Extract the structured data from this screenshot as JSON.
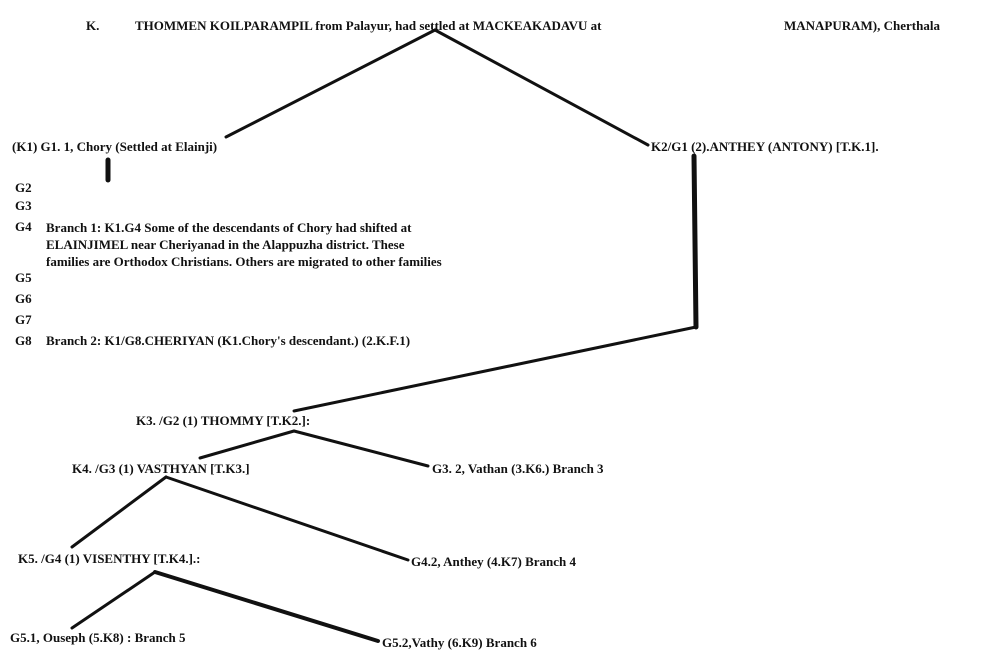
{
  "header": {
    "label": "K.",
    "title": "THOMMEN KOILPARAMPIL from Palayur, had settled at MACKEAKADAVU at",
    "title_end": "MANAPURAM), Cherthala"
  },
  "k1": {
    "label": "(K1) G1. 1, Chory (Settled at Elainji)"
  },
  "k2": {
    "label": "K2/G1 (2).ANTHEY (ANTONY) [T.K.1]."
  },
  "generations": {
    "g2": "G2",
    "g3": "G3",
    "g4": "G4",
    "g5": "G5",
    "g6": "G6",
    "g7": "G7",
    "g8": "G8"
  },
  "branch1": {
    "line1": "Branch 1: K1.G4  Some of the descendants of Chory had shifted at",
    "line2": "ELAINJIMEL near Cheriyanad in the Alappuzha district. These",
    "line3": "families are Orthodox Christians. Others are migrated to other families"
  },
  "branch2": {
    "label": "Branch 2: K1/G8.CHERIYAN (K1.Chory's descendant.) (2.K.F.1)"
  },
  "k3": {
    "label": "K3. /G2 (1) THOMMY [T.K2.]:"
  },
  "k4": {
    "label": "K4. /G3 (1) VASTHYAN [T.K3.]"
  },
  "g3_vathan": {
    "label": "G3.   2, Vathan (3.K6.) Branch 3"
  },
  "k5": {
    "label": "K5. /G4 (1) VISENTHY [T.K4.].:"
  },
  "g4_anthey": {
    "label": "G4.2, Anthey (4.K7)     Branch 4"
  },
  "g5_ouseph": {
    "label": "G5.1, Ouseph (5.K8) : Branch 5"
  },
  "g5_vathy": {
    "label": "G5.2,Vathy (6.K9) Branch 6"
  }
}
